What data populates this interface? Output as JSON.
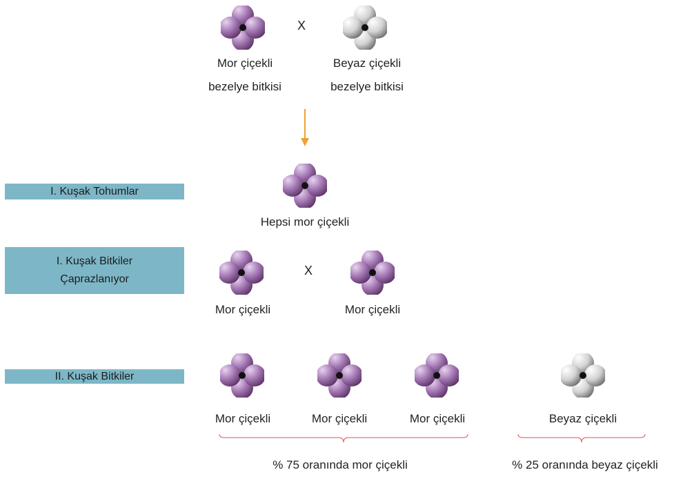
{
  "parents": {
    "left_label_line1": "Mor çiçekli",
    "left_label_line2": "bezelye bitkisi",
    "right_label_line1": "Beyaz çiçekli",
    "right_label_line2": "bezelye bitkisi",
    "cross": "X"
  },
  "rows": {
    "f1_seeds": "I. Kuşak Tohumlar",
    "f1_plants_line1": "I. Kuşak Bitkiler",
    "f1_plants_line2": "Çaprazlanıyor",
    "f2_plants": "II. Kuşak Bitkiler"
  },
  "f1": {
    "label": "Hepsi mor çiçekli"
  },
  "f1_cross": {
    "left_label": "Mor çiçekli",
    "right_label": "Mor çiçekli",
    "cross": "X"
  },
  "f2": {
    "labels": [
      "Mor çiçekli",
      "Mor çiçekli",
      "Mor çiçekli",
      "Beyaz çiçekli"
    ],
    "purple_summary": "% 75 oranında mor çiçekli",
    "white_summary": "% 25 oranında beyaz çiçekli"
  },
  "colors": {
    "purple_flower": "#8e5a9e",
    "white_flower": "#9a9a9a",
    "row_bar": "#7db7c7",
    "arrow": "#f0a030",
    "brace": "#d9534f"
  }
}
